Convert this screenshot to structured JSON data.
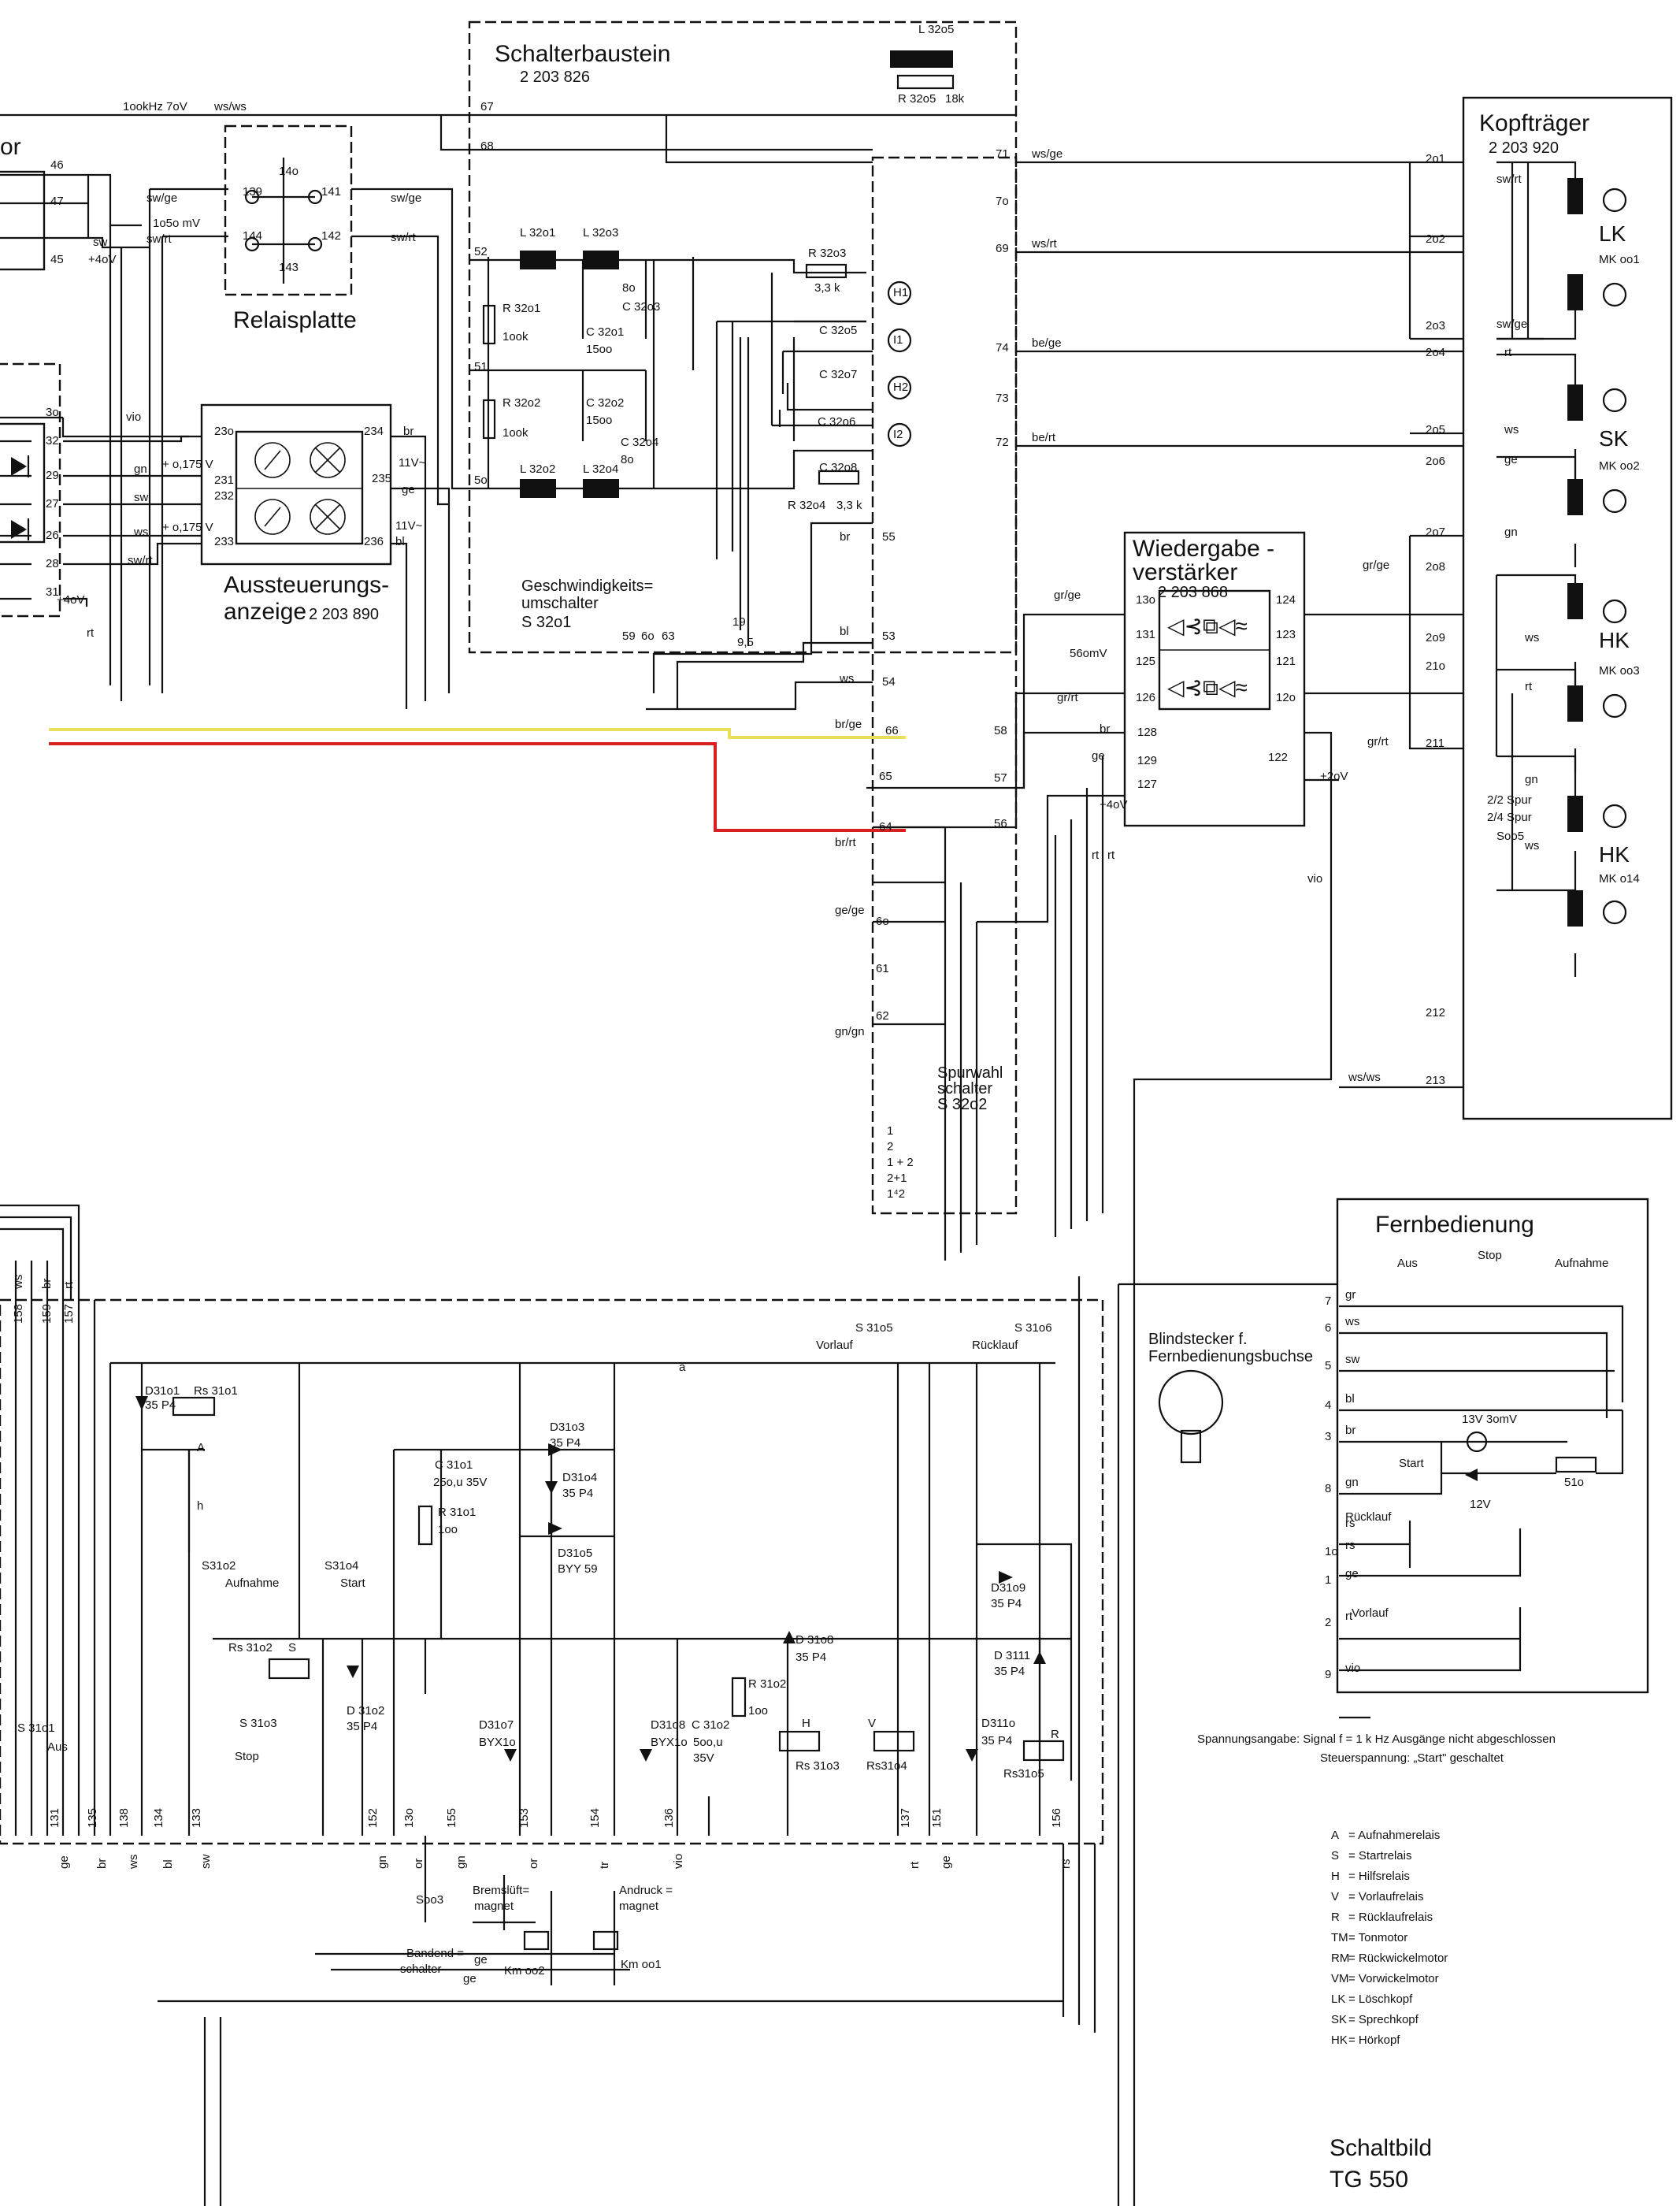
{
  "titles": {
    "schalterbaustein": "Schalterbaustein",
    "schalterbaustein_nr": "2 203 826",
    "kopftraeger": "Kopfträger",
    "kopftraeger_nr": "2 203 920",
    "relaisplatte": "Relaisplatte",
    "aussteuerung_1": "Aussteuerungs-",
    "aussteuerung_2": "anzeige",
    "aussteuerung_nr": "2 203 890",
    "wiedergabe_1": "Wiedergabe -",
    "wiedergabe_2": "verstärker",
    "wiedergabe_nr": "2 203 868",
    "fernbedienung": "Fernbedienung",
    "geschw_1": "Geschwindigkeits=",
    "geschw_2": "umschalter",
    "geschw_3": "S 32o1",
    "spurwahl_1": "Spurwahl",
    "spurwahl_2": "schalter",
    "spurwahl_3": "S 32o2",
    "blindstecker_1": "Blindstecker f.",
    "blindstecker_2": "Fernbedienungsbuchse",
    "schaltbild_1": "Schaltbild",
    "schaltbild_2": "TG 550",
    "truncated_left": "or"
  },
  "heads": {
    "lk": "LK",
    "mk001": "MK oo1",
    "sk": "SK",
    "mk002": "MK oo2",
    "hk1": "HK",
    "mk003": "MK oo3",
    "hk2": "HK",
    "mk014": "MK o14"
  },
  "wire_labels": {
    "sig1": "1ookHz 7oV",
    "wsws": "ws/ws",
    "swge": "sw/ge",
    "swrt": "sw/rt",
    "sig2": "1o5o mV",
    "sw": "sw",
    "plus40": "+4oV",
    "vio": "vio",
    "gn": "gn",
    "ws": "ws",
    "p0175a": "+ o,175 V",
    "p0175b": "+ o,175 V",
    "rt": "rt",
    "br": "br",
    "ge": "ge",
    "bl": "bl",
    "v11a": "11V~",
    "v11b": "11V~",
    "wsge": "ws/ge",
    "wsrt": "ws/rt",
    "bege": "be/ge",
    "bert": "be/rt",
    "swrt2": "sw/rt",
    "swge2": "sw/ge",
    "grge": "gr/ge",
    "grrt": "gr/rt",
    "grge2": "gr/ge",
    "grrt2": "gr/rt",
    "brge": "br/ge",
    "brrt": "br/rt",
    "gege": "ge/ge",
    "gngn": "gn/gn",
    "v56": "56omV",
    "plus20": "+2oV",
    "plus40b": "+4oV",
    "wsws2": "ws/ws",
    "spur22": "2/2 Spur",
    "spur24": "2/4 Spur",
    "s005": "Soo5"
  },
  "components": {
    "l3205": "L 32o5",
    "r3205": "R 32o5",
    "r3205v": "18k",
    "l3201": "L 32o1",
    "l3203": "L 32o3",
    "r3201": "R 32o1",
    "r3201v": "1ook",
    "c3201": "C 32o1",
    "c3201v": "15oo",
    "c3203": "C 32o3",
    "c3203v": "8o",
    "r3202": "R 32o2",
    "r3202v": "1ook",
    "c3202": "C 32o2",
    "c3202v": "15oo",
    "c3204": "C 32o4",
    "c3204v": "8o",
    "l3202": "L 32o2",
    "l3204": "L 32o4",
    "r3203": "R 32o3",
    "r3203v": "3,3 k",
    "c3205": "C 32o5",
    "c3207": "C 32o7",
    "c3206": "C 32o6",
    "c3208": "C 32o8",
    "r3204": "R 32o4",
    "r3204v": "3,3 k",
    "h1": "H1",
    "i1": "I1",
    "h2": "H2",
    "i2": "I2",
    "v19": "19",
    "v95": "9,5"
  },
  "pins": {
    "p46": "46",
    "p47": "47",
    "p45": "45",
    "p30": "3o",
    "p32": "32",
    "p29": "29",
    "p27": "27",
    "p26": "26",
    "p28": "28",
    "p31": "31",
    "p139": "139",
    "p140": "14o",
    "p141": "141",
    "p144": "144",
    "p142": "142",
    "p143": "143",
    "p230": "23o",
    "p231": "231",
    "p232": "232",
    "p233": "233",
    "p234": "234",
    "p235": "235",
    "p236": "236",
    "p67": "67",
    "p68": "68",
    "p52": "52",
    "p51": "51",
    "p50": "5o",
    "p59": "59",
    "p60": "6o",
    "p63": "63",
    "p71": "71",
    "p70": "7o",
    "p69": "69",
    "p74": "74",
    "p73": "73",
    "p72": "72",
    "p55": "55",
    "p53": "53",
    "p54": "54",
    "p66": "66",
    "p65": "65",
    "p64": "64",
    "p58": "58",
    "p57": "57",
    "p56": "56",
    "p61": "61",
    "p62": "62",
    "p130": "13o",
    "p131": "131",
    "p125": "125",
    "p126": "126",
    "p128": "128",
    "p129": "129",
    "p127": "127",
    "p124": "124",
    "p123": "123",
    "p121": "121",
    "p120": "12o",
    "p122": "122",
    "p201": "2o1",
    "p202": "2o2",
    "p203": "2o3",
    "p204": "2o4",
    "p205": "2o5",
    "p206": "2o6",
    "p207": "2o7",
    "p208": "2o8",
    "p209": "2o9",
    "p210": "21o",
    "p211": "211",
    "p212": "212",
    "p213": "213"
  },
  "spur_legend": [
    "1",
    "2",
    "1 + 2",
    "2+1",
    "1⁴2"
  ],
  "lower": {
    "s3105": "S 31o5",
    "vorlauf": "Vorlauf",
    "s3106": "S 31o6",
    "ruecklauf": "Rücklauf",
    "d3101": "D31o1",
    "d3101v": "35 P4",
    "rs3101": "Rs 31o1",
    "a_lbl": "A",
    "h_lbl": "h",
    "s3102": "S31o2",
    "aufnahme": "Aufnahme",
    "s3104": "S31o4",
    "start": "Start",
    "rs3102": "Rs 31o2",
    "s_lbl": "S",
    "d3102": "D 31o2",
    "d3102v": "35 P4",
    "s3103": "S 31o3",
    "stop": "Stop",
    "s3101": "S 31o1",
    "aus": "Aus",
    "c3101": "C 31o1",
    "c3101v": "25o,u 35V",
    "r3101": "R 31o1",
    "r3101v": "1oo",
    "d3103": "D31o3",
    "d3103v": "35 P4",
    "d3104": "D31o4",
    "d3104v": "35 P4",
    "d3105": "D31o5",
    "d3105v": "BYY 59",
    "d3107": "D31o7",
    "d3107v": "BYX1o",
    "d3108a": "D31o8",
    "d3108av": "BYX1o",
    "c3102": "C 31o2",
    "c3102v": "5oo,u",
    "c3102v2": "35V",
    "r3102": "R 31o2",
    "r3102v": "1oo",
    "d3108": "D 31o8",
    "d3108v": "35 P4",
    "rs3103": "Rs 31o3",
    "rs3104": "Rs31o4",
    "d3109": "D31o9",
    "d3109v": "35 P4",
    "d3111": "D 3111",
    "d3111v": "35 P4",
    "d3110": "D311o",
    "d3110v": "35 P4",
    "rs3105": "Rs31o5",
    "r_lbl": "R",
    "v_lbl": "V",
    "h2_lbl": "H",
    "s003": "Soo3",
    "bandend1": "Bandend =",
    "bandend2": "schalter",
    "bremsl1": "Bremslüft=",
    "bremsl2": "magnet",
    "km002": "Km oo2",
    "andruck1": "Andruck =",
    "andruck2": "magnet",
    "km001": "Km oo1",
    "ge_lbl": "ge",
    "a_small": "a",
    "bottom_pins": [
      "131",
      "135",
      "138",
      "134",
      "133",
      "152",
      "13o",
      "155",
      "153",
      "154",
      "136",
      "137",
      "151",
      "156"
    ],
    "bottom_colors": [
      "ge",
      "br",
      "ws",
      "bl",
      "sw",
      "gn",
      "or",
      "gn",
      "or",
      "tr",
      "vio",
      "rt",
      "ge",
      "rs"
    ],
    "top_pins": [
      "158",
      "159",
      "157"
    ],
    "top_colors": [
      "ws",
      "br",
      "rt"
    ]
  },
  "fern": {
    "aus": "Aus",
    "stop": "Stop",
    "aufnahme": "Aufnahme",
    "start": "Start",
    "ruecklauf": "Rücklauf",
    "vorlauf": "Vorlauf",
    "lamp": "13V 3omV",
    "v12": "12V",
    "r510": "51o",
    "rows": [
      {
        "n": "7",
        "c": "gr"
      },
      {
        "n": "6",
        "c": "ws"
      },
      {
        "n": "5",
        "c": "sw"
      },
      {
        "n": "4",
        "c": "bl"
      },
      {
        "n": "3",
        "c": "br"
      },
      {
        "n": "8",
        "c": "gn"
      },
      {
        "n": "",
        "c": "rs"
      },
      {
        "n": "1o",
        "c": "rs"
      },
      {
        "n": "1",
        "c": "ge"
      },
      {
        "n": "2",
        "c": "rt"
      },
      {
        "n": "9",
        "c": "vio"
      }
    ]
  },
  "notes": {
    "spannung_1": "Spannungsangabe: Signal f = 1 k Hz Ausgänge nicht abgeschlossen",
    "spannung_2": "Steuerspannung: „Start\" geschaltet"
  },
  "legend": [
    {
      "k": "A",
      "v": "= Aufnahmerelais"
    },
    {
      "k": "S",
      "v": "= Startrelais"
    },
    {
      "k": "H",
      "v": "= Hilfsrelais"
    },
    {
      "k": "V",
      "v": "= Vorlaufrelais"
    },
    {
      "k": "R",
      "v": "= Rücklaufrelais"
    },
    {
      "k": "TM",
      "v": "= Tonmotor"
    },
    {
      "k": "RM",
      "v": "= Rückwickelmotor"
    },
    {
      "k": "VM",
      "v": "= Vorwickelmotor"
    },
    {
      "k": "LK",
      "v": "= Löschkopf"
    },
    {
      "k": "SK",
      "v": "= Sprechkopf"
    },
    {
      "k": "HK",
      "v": "= Hörkopf"
    }
  ],
  "highlight_colors": {
    "yellow": "#e8e05a",
    "red": "#d82020"
  }
}
